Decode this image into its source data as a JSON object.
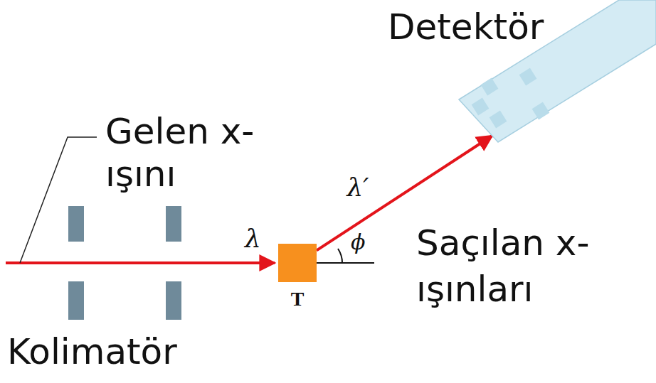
{
  "diagram": {
    "nodes": [
      {
        "text": [
          "Detektör"
        ]
      },
      {
        "text": [
          "T"
        ]
      }
    ],
    "edges": [
      {
        "from": 1,
        "to": 0,
        "arrow": "to",
        "label": "λ′"
      }
    ],
    "labels": [
      "Gelen x-ışını",
      "λ",
      "ϕ",
      "Saçılan x-ışınları",
      "Kolimatör"
    ]
  }
}
